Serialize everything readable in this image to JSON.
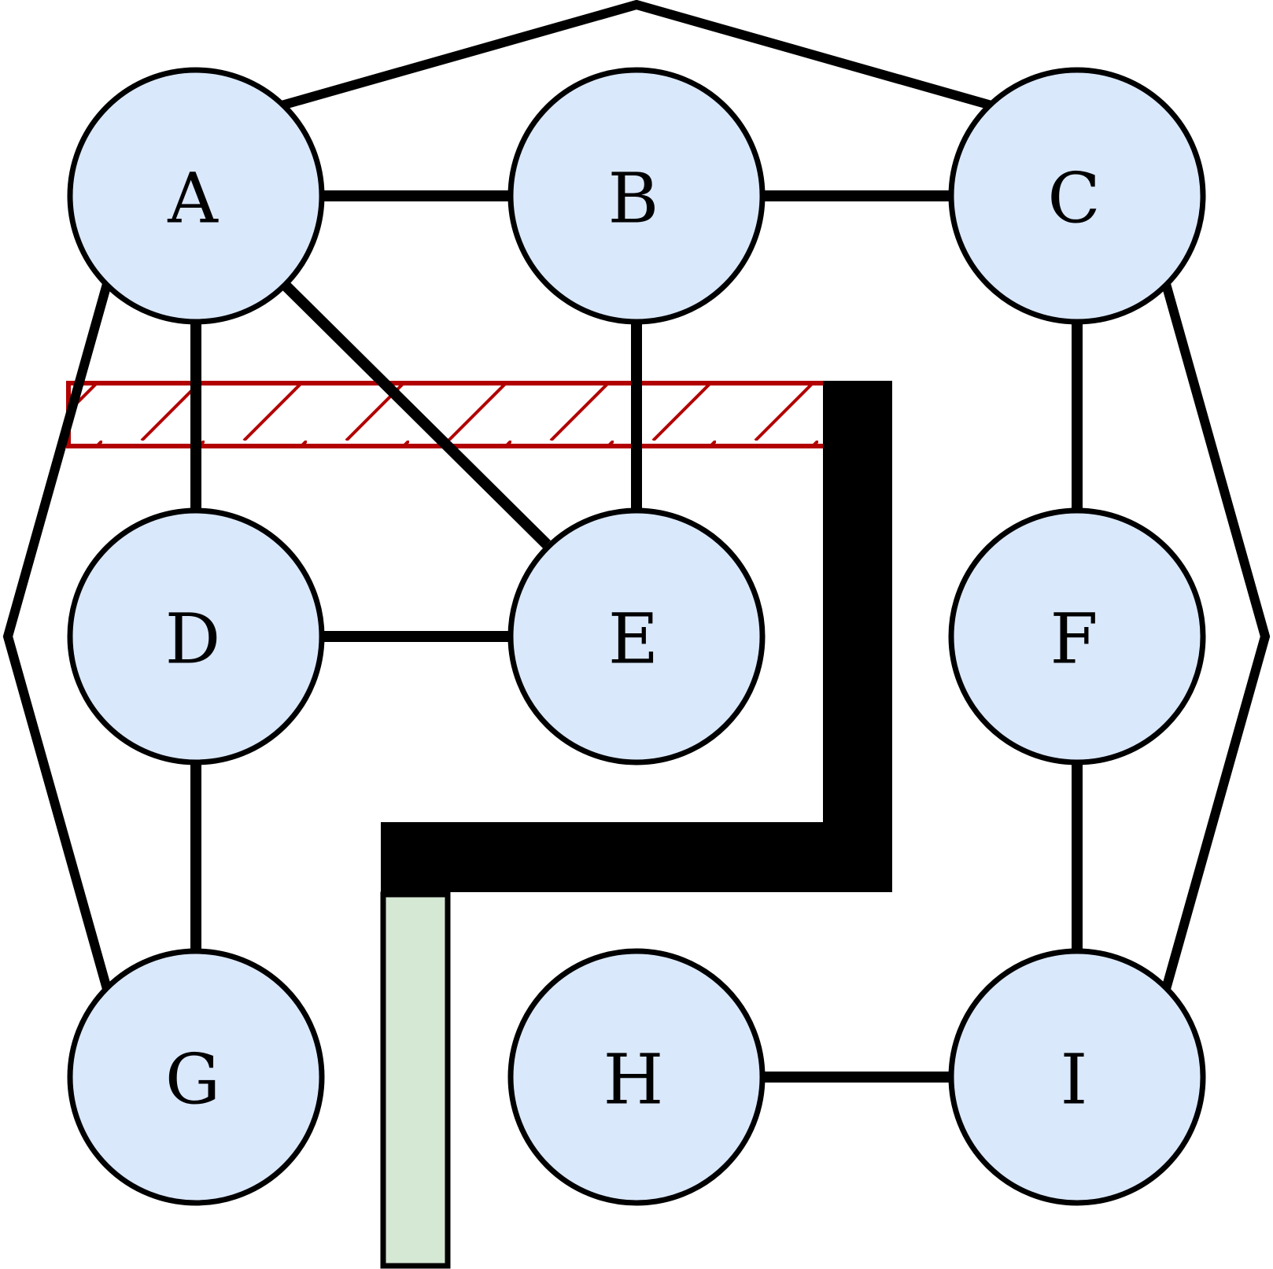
{
  "colors": {
    "node_fill": "#dae8fc",
    "stroke": "#000000",
    "hatch": "#b20000",
    "green_block": "#d5e8d4",
    "background": "#ffffff"
  },
  "nodes": [
    {
      "id": "A",
      "label": "A"
    },
    {
      "id": "B",
      "label": "B"
    },
    {
      "id": "C",
      "label": "C"
    },
    {
      "id": "D",
      "label": "D"
    },
    {
      "id": "E",
      "label": "E"
    },
    {
      "id": "F",
      "label": "F"
    },
    {
      "id": "G",
      "label": "G"
    },
    {
      "id": "H",
      "label": "H"
    },
    {
      "id": "I",
      "label": "I"
    }
  ],
  "edges": [
    {
      "from": "A",
      "to": "B"
    },
    {
      "from": "B",
      "to": "C"
    },
    {
      "from": "A",
      "to": "D"
    },
    {
      "from": "A",
      "to": "E"
    },
    {
      "from": "B",
      "to": "E"
    },
    {
      "from": "C",
      "to": "F"
    },
    {
      "from": "D",
      "to": "E"
    },
    {
      "from": "D",
      "to": "G"
    },
    {
      "from": "F",
      "to": "I"
    },
    {
      "from": "H",
      "to": "I"
    },
    {
      "from": "A",
      "to": "C",
      "routed": "over-top"
    },
    {
      "from": "A",
      "to": "G",
      "routed": "left-side"
    },
    {
      "from": "C",
      "to": "I",
      "routed": "right-side"
    }
  ],
  "obstacles": [
    {
      "id": "hatched-barrier",
      "style": "red diagonal hatch"
    },
    {
      "id": "l-shaped-wall",
      "style": "solid black"
    },
    {
      "id": "green-block",
      "style": "light green fill"
    }
  ]
}
